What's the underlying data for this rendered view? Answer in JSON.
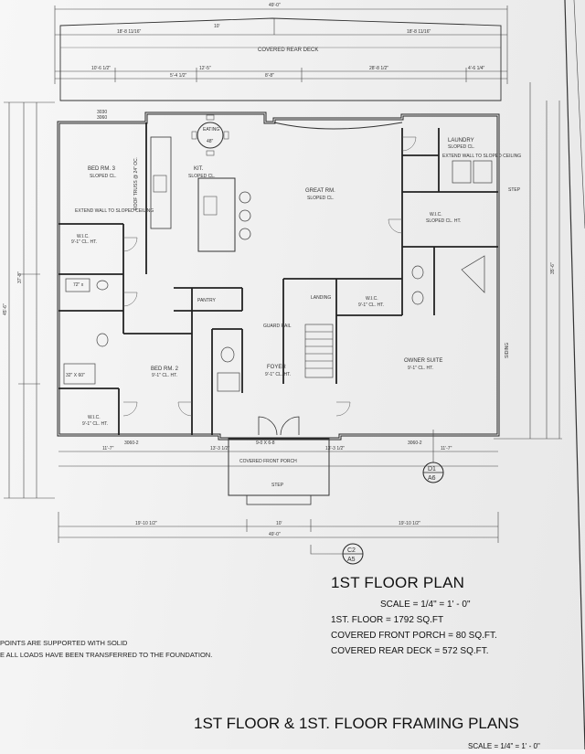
{
  "plan": {
    "title": "1ST FLOOR PLAN",
    "scale": "SCALE = 1/4\" = 1' - 0\"",
    "areas": [
      "1ST. FLOOR = 1792 SQ.FT",
      "COVERED FRONT PORCH = 80 SQ.FT.",
      "COVERED REAR DECK = 572 SQ.FT."
    ]
  },
  "notes": [
    "POINTS ARE SUPPORTED WITH SOLID",
    "E ALL LOADS HAVE BEEN TRANSFERRED TO THE FOUNDATION."
  ],
  "sheet": {
    "title": "1ST FLOOR & 1ST. FLOOR FRAMING PLANS",
    "scale": "SCALE = 1/4\" = 1' - 0\""
  },
  "spaces": {
    "rear_deck": "COVERED REAR DECK",
    "eating": "EATING",
    "kitchen": "KIT.",
    "kitchen_ceiling": "SLOPED CL.",
    "great_room": "GREAT RM.",
    "great_room_ceiling": "SLOPED CL.",
    "laundry": "LAUNDRY",
    "laundry_ceiling": "SLOPED CL.",
    "bed3": "BED RM. 3",
    "bed3_ceiling": "SLOPED CL.",
    "bed2": "BED RM. 2",
    "bed2_ceiling": "9'-1\" CL. HT.",
    "wic_left": "W.I.C.",
    "wic_left_ceiling": "9'-1\" CL. HT.",
    "wic_lower": "W.I.C.",
    "wic_lower_ceiling": "9'-1\" CL. HT.",
    "pantry": "PANTRY",
    "landing": "LANDING",
    "foyer": "FOYER",
    "foyer_ceiling": "9'-1\" CL. HT.",
    "wic_center": "W.I.C.",
    "wic_center_ceiling": "9'-1\" CL. HT.",
    "wic_right": "W.I.C.",
    "wic_right_ceiling": "SLOPED CL. HT.",
    "owner_suite": "OWNER SUITE",
    "owner_suite_ceiling": "9'-1\" CL. HT.",
    "front_porch": "COVERED FRONT PORCH",
    "step_front": "STEP",
    "step_rear": "STEP",
    "guard_rail": "GUARD RAIL",
    "siding": "SIDING",
    "extend_wall": "EXTEND WALL TO SLOPED CEILING",
    "extend_wall_right": "EXTEND WALL TO SLOPED CEILING",
    "roof_truss": "ROOF TRUSS @ 24\" OC."
  },
  "dimensions": {
    "overall_width": "49'-0\"",
    "deck_left": "18'-8 11/16\"",
    "deck_right": "18'-8 11/16\"",
    "deck_center": "10'",
    "bottom_left": "19'-10 1/2\"",
    "bottom_center": "10'",
    "bottom_right": "19'-10 1/2\"",
    "depth_left": "45'-6\"",
    "depth_left_2": "37'-8\"",
    "depth_right": "35'-6\"",
    "table": "48\"",
    "rear_row": [
      "10'-6 1/2\"",
      "12'-5\"",
      "5'-4 1/2\"",
      "8'-8\"",
      "28'-8 1/2\"",
      "4'-6 1/4\""
    ],
    "front_row": [
      "11'-7\"",
      "13'-3 1/2\"",
      "13'-3 1/2\"",
      "11'-7\""
    ]
  },
  "labels": {
    "door_front": "3060-2",
    "door_entry": "3060-2",
    "door_main": "9-0 X 6-8",
    "shower_left": "72\" x",
    "tub": "32\" X 60\"",
    "window_1": "3030",
    "window_2": "3060"
  },
  "callouts": [
    {
      "top": "D1",
      "bottom": "A6"
    },
    {
      "top": "C2",
      "bottom": "A5"
    }
  ]
}
